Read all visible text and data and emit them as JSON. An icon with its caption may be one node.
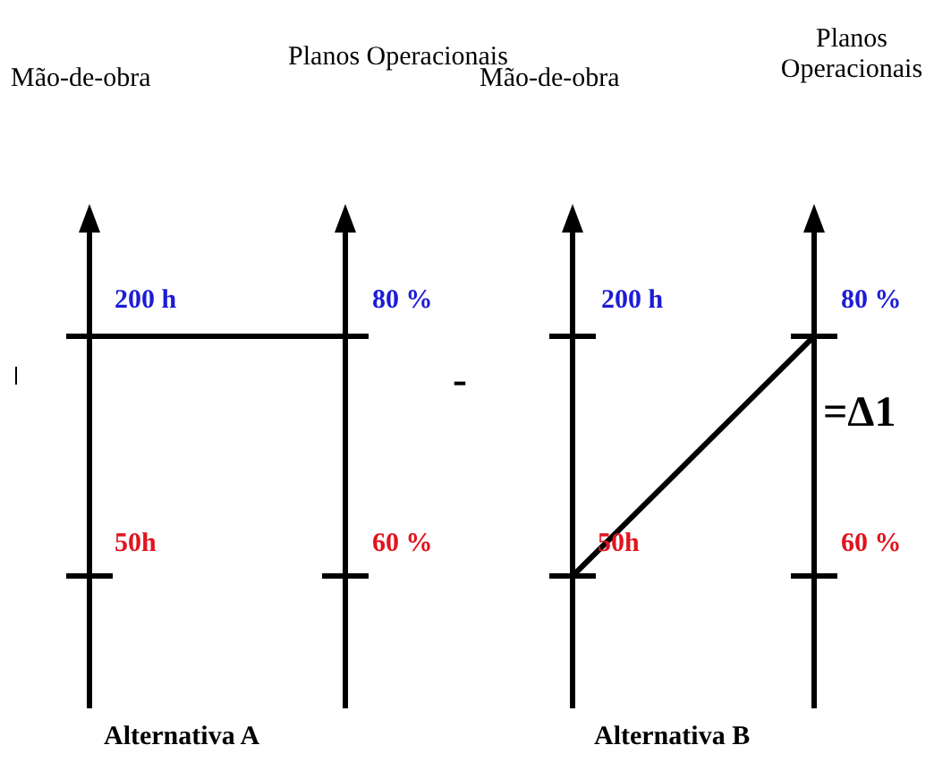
{
  "diagram": {
    "labels": [
      "Mão-de-obra",
      "Planos Operacionais",
      "Mão-de-obra",
      "Planos Operacionais",
      "200 h",
      "80 %",
      "200 h",
      "80 %",
      "-",
      "=Δ1",
      "50h",
      "60 %",
      "50h",
      "60 %",
      "Alternativa A",
      "Alternativa B"
    ]
  }
}
